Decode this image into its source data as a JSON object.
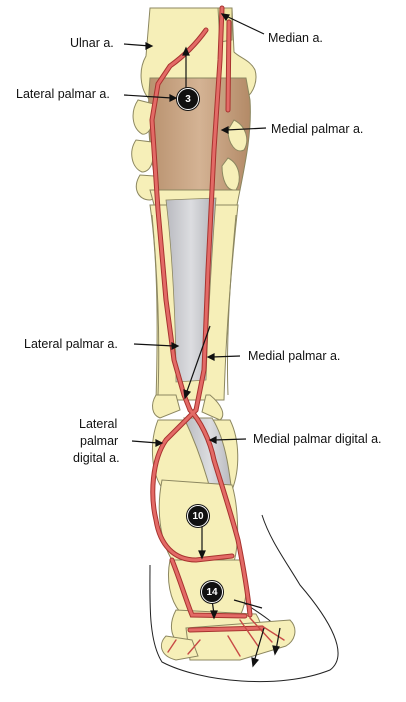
{
  "labels": {
    "ulnar": "Ulnar a.",
    "median": "Median a.",
    "lateral_palmar_top": "Lateral palmar a.",
    "medial_palmar_top": "Medial palmar a.",
    "lateral_palmar_mid": "Lateral palmar a.",
    "medial_palmar_mid": "Medial palmar a.",
    "lateral_palmar_digital_1": "Lateral",
    "lateral_palmar_digital_2": "palmar",
    "lateral_palmar_digital_3": "digital a.",
    "medial_palmar_digital": "Medial palmar digital a."
  },
  "markers": {
    "m3": "3",
    "m10": "10",
    "m14": "14"
  },
  "colors": {
    "bone": "#f6efb8",
    "bone_stroke": "#8c8760",
    "artery": "#e36a66",
    "artery_stroke": "#a8332f",
    "carpal_brown": "#c9a98a",
    "cannon_gray": "#c9c9cc"
  }
}
